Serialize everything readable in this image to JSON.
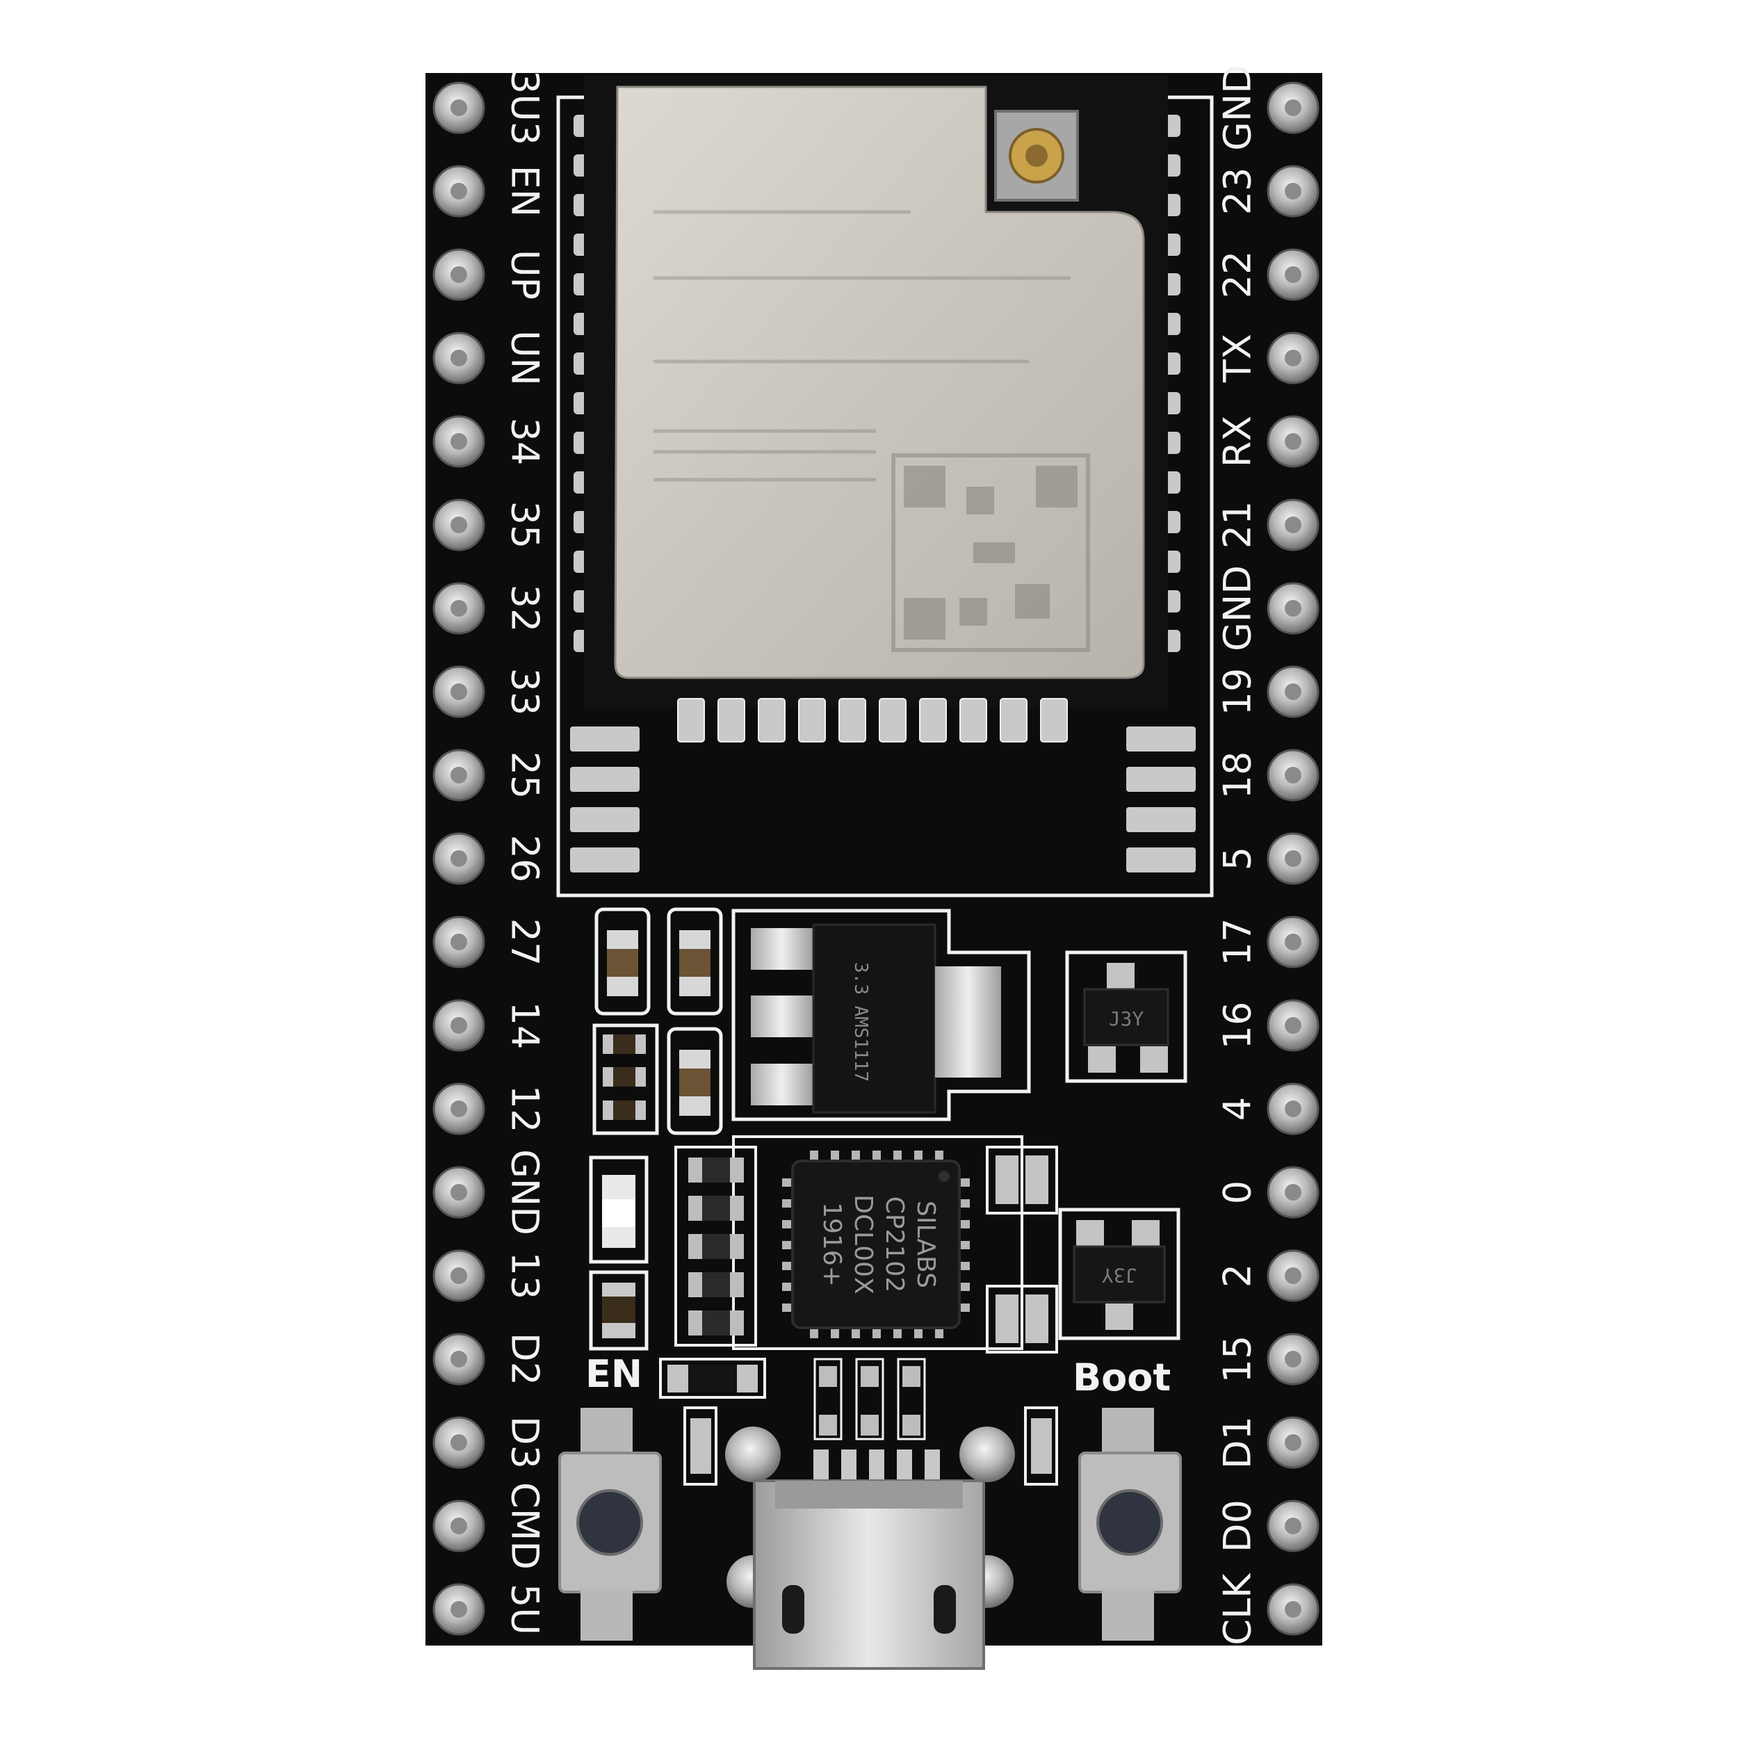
{
  "board": {
    "left_labels": [
      "3U3",
      "EN",
      "UP",
      "UN",
      "34",
      "35",
      "32",
      "33",
      "25",
      "26",
      "27",
      "14",
      "12",
      "GND",
      "13",
      "D2",
      "D3",
      "CMD",
      "5U"
    ],
    "right_labels": [
      "GND",
      "23",
      "22",
      "TX",
      "RX",
      "21",
      "GND",
      "19",
      "18",
      "5",
      "17",
      "16",
      "4",
      "0",
      "2",
      "15",
      "D1",
      "D0",
      "CLK"
    ],
    "en_label": "EN",
    "boot_label": "Boot",
    "chip_lines": [
      "SILABS",
      "CP2102",
      "DCL00X",
      "1916+"
    ],
    "regulator_marking": "3.3 AMS1117",
    "transistor_top_marking": "J3Y",
    "transistor_bottom_marking": "J3Y"
  },
  "colors": {
    "pcb": "#0c0c0c",
    "silkscreen": "#f2f2f2",
    "shield": "#cfcbc4",
    "pad": "#c9c9c9",
    "connector_gold": "#c9a24a"
  }
}
